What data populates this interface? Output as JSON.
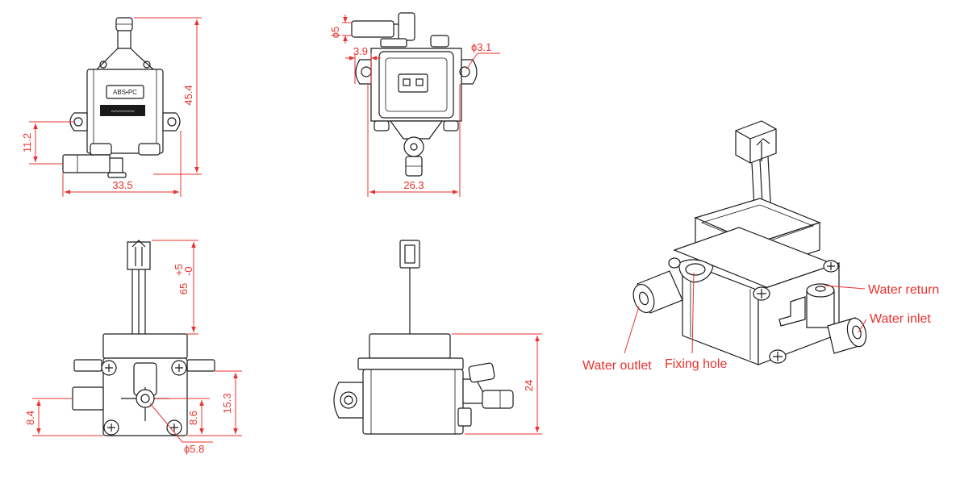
{
  "material_label": "ABS•PC",
  "dimensions": {
    "height_45": "45.4",
    "inlet_11": "11.2",
    "width_33": "33.5",
    "phi5": "ϕ5",
    "d39": "3.9",
    "hole31": "ϕ3.1",
    "width_26": "26.3",
    "cable": "65",
    "cable_plus": "+5",
    "cable_minus": "-0",
    "d84": "8.4",
    "d86": "8.6",
    "d153": "15.3",
    "phi58": "ϕ5.8",
    "d24": "24"
  },
  "labels": {
    "water_outlet": "Water outlet",
    "fixing_hole": "Fixing hole",
    "water_return": "Water return",
    "water_inlet": "Water inlet"
  },
  "colors": {
    "dimension": "#e8322e",
    "line": "#1a1a1a"
  }
}
